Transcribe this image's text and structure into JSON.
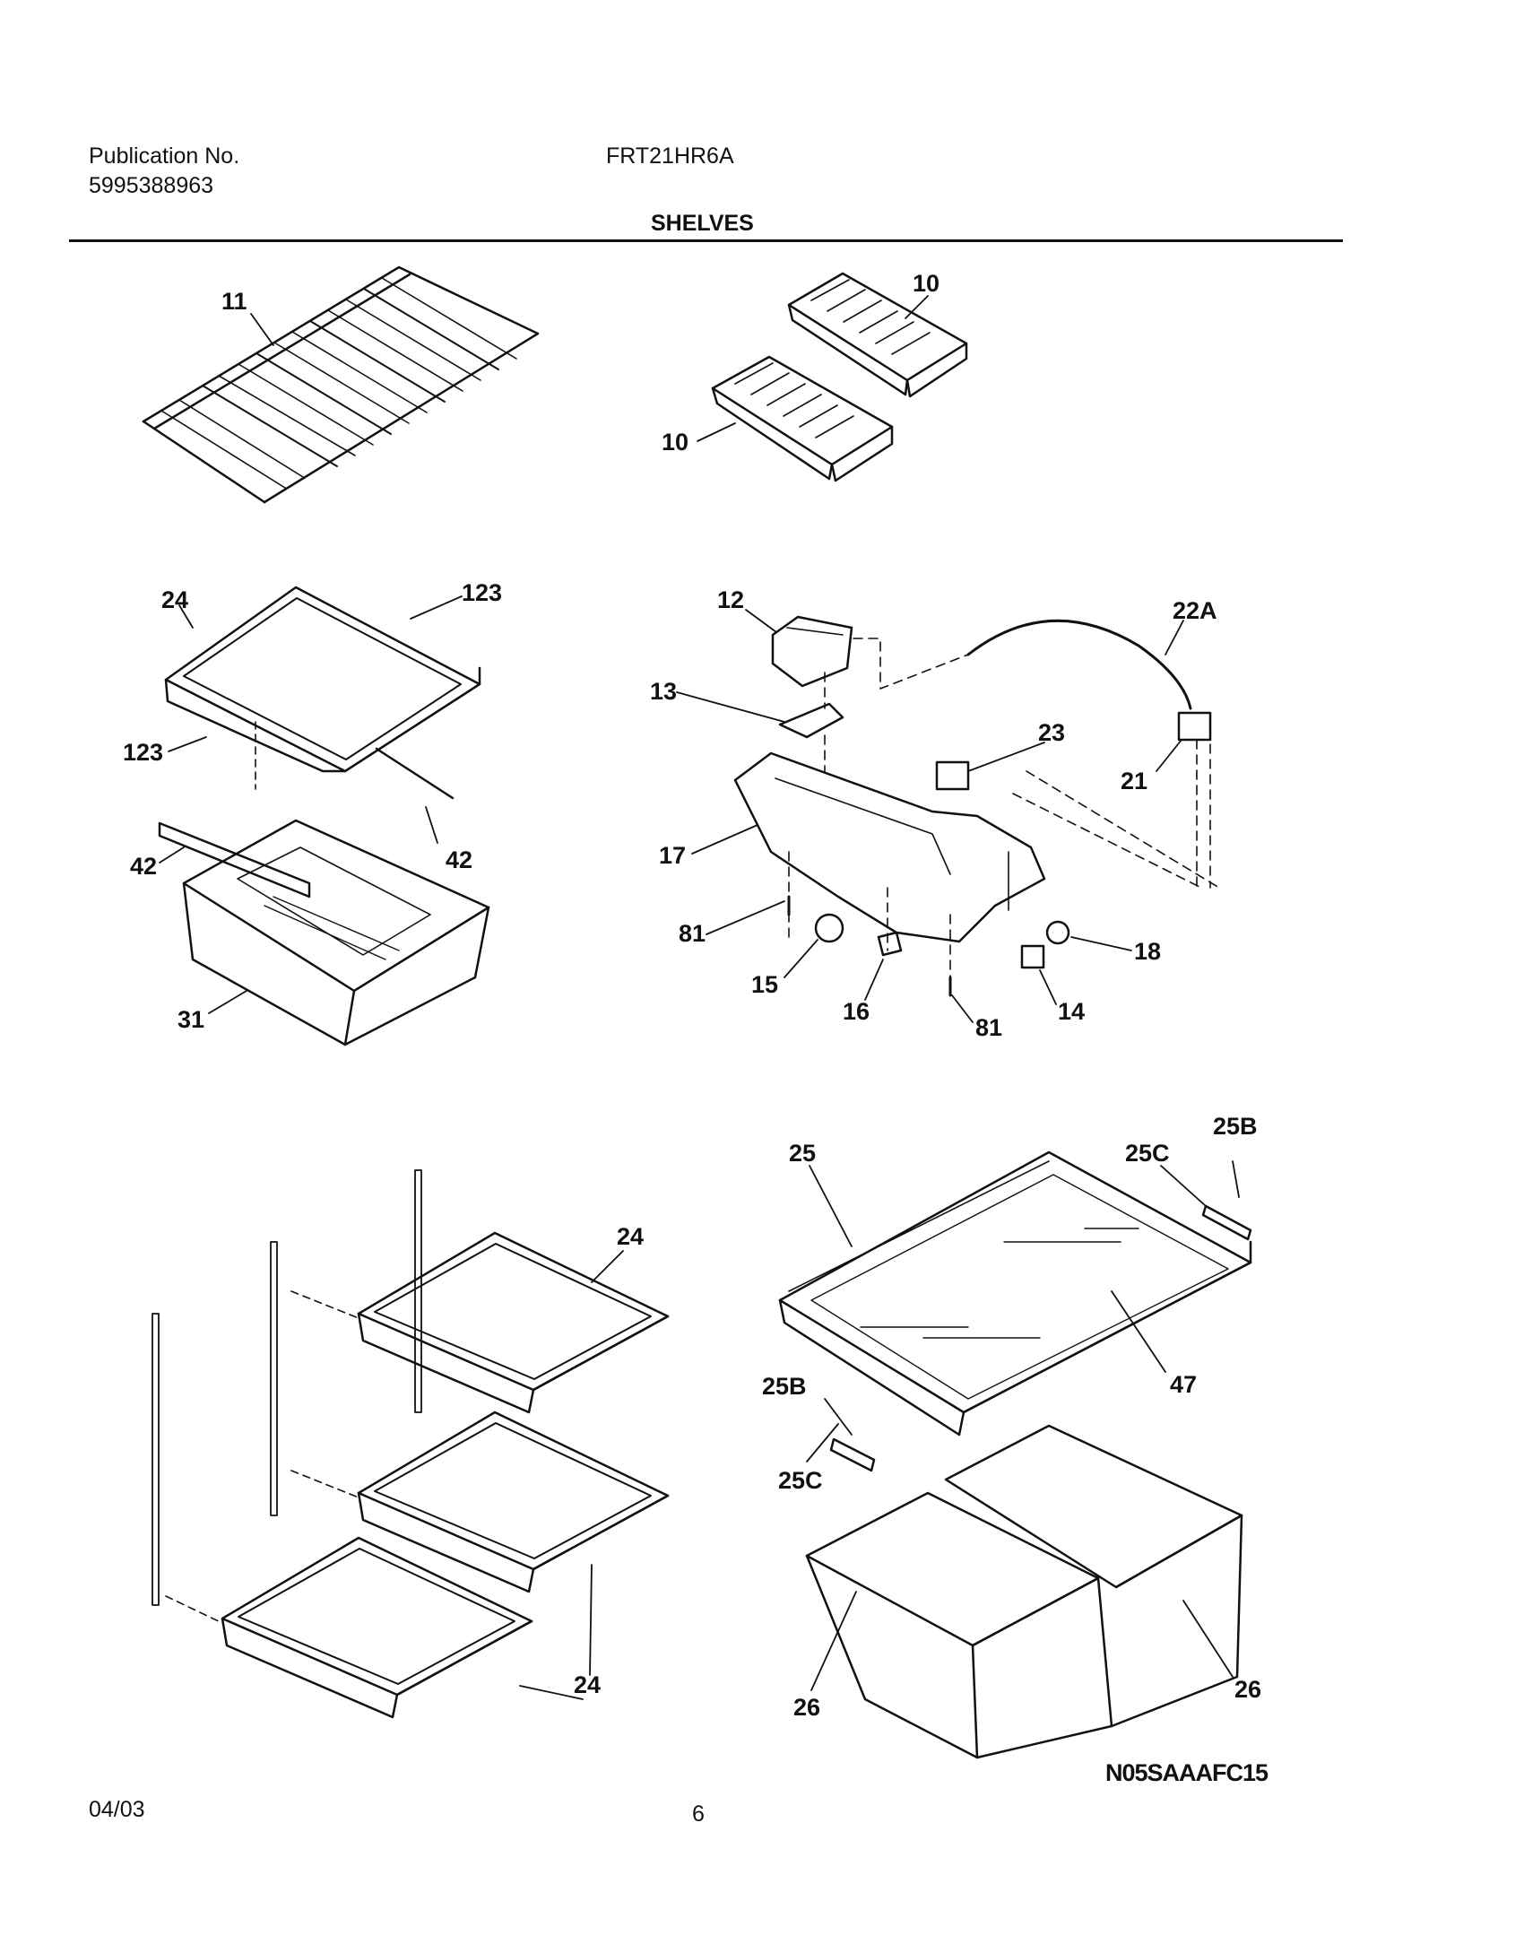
{
  "header": {
    "publication_label": "Publication No.",
    "publication_number": "5995388963",
    "model": "FRT21HR6A",
    "section_title": "SHELVES"
  },
  "callouts": {
    "c11": "11",
    "c10a": "10",
    "c10b": "10",
    "c24a": "24",
    "c123a": "123",
    "c123b": "123",
    "c42a": "42",
    "c42b": "42",
    "c31": "31",
    "c12": "12",
    "c13": "13",
    "c22A": "22A",
    "c23": "23",
    "c21": "21",
    "c17": "17",
    "c81a": "81",
    "c15": "15",
    "c16": "16",
    "c81b": "81",
    "c18": "18",
    "c14": "14",
    "c24b": "24",
    "c24c": "24",
    "c25": "25",
    "c25C_a": "25C",
    "c25B_a": "25B",
    "c47": "47",
    "c25B_b": "25B",
    "c25C_b": "25C",
    "c26a": "26",
    "c26b": "26"
  },
  "diagram_code": "N05SAAAFC15",
  "footer": {
    "date": "04/03",
    "page": "6"
  },
  "colors": {
    "ink": "#111111",
    "paper": "#ffffff"
  }
}
